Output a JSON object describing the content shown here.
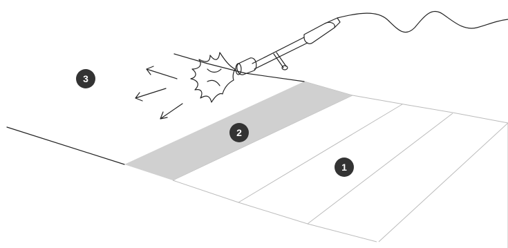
{
  "colors": {
    "ink": "#222222",
    "plank_lines": "#bbbbbb",
    "treated_strip": "#d0d0d0",
    "badge_fill": "#333333",
    "badge_text": "#ffffff"
  },
  "icons": [
    "torch-icon",
    "flame-icon",
    "heat-arrow-icon"
  ],
  "badges": {
    "step1": "1",
    "step2": "2",
    "step3": "3"
  }
}
